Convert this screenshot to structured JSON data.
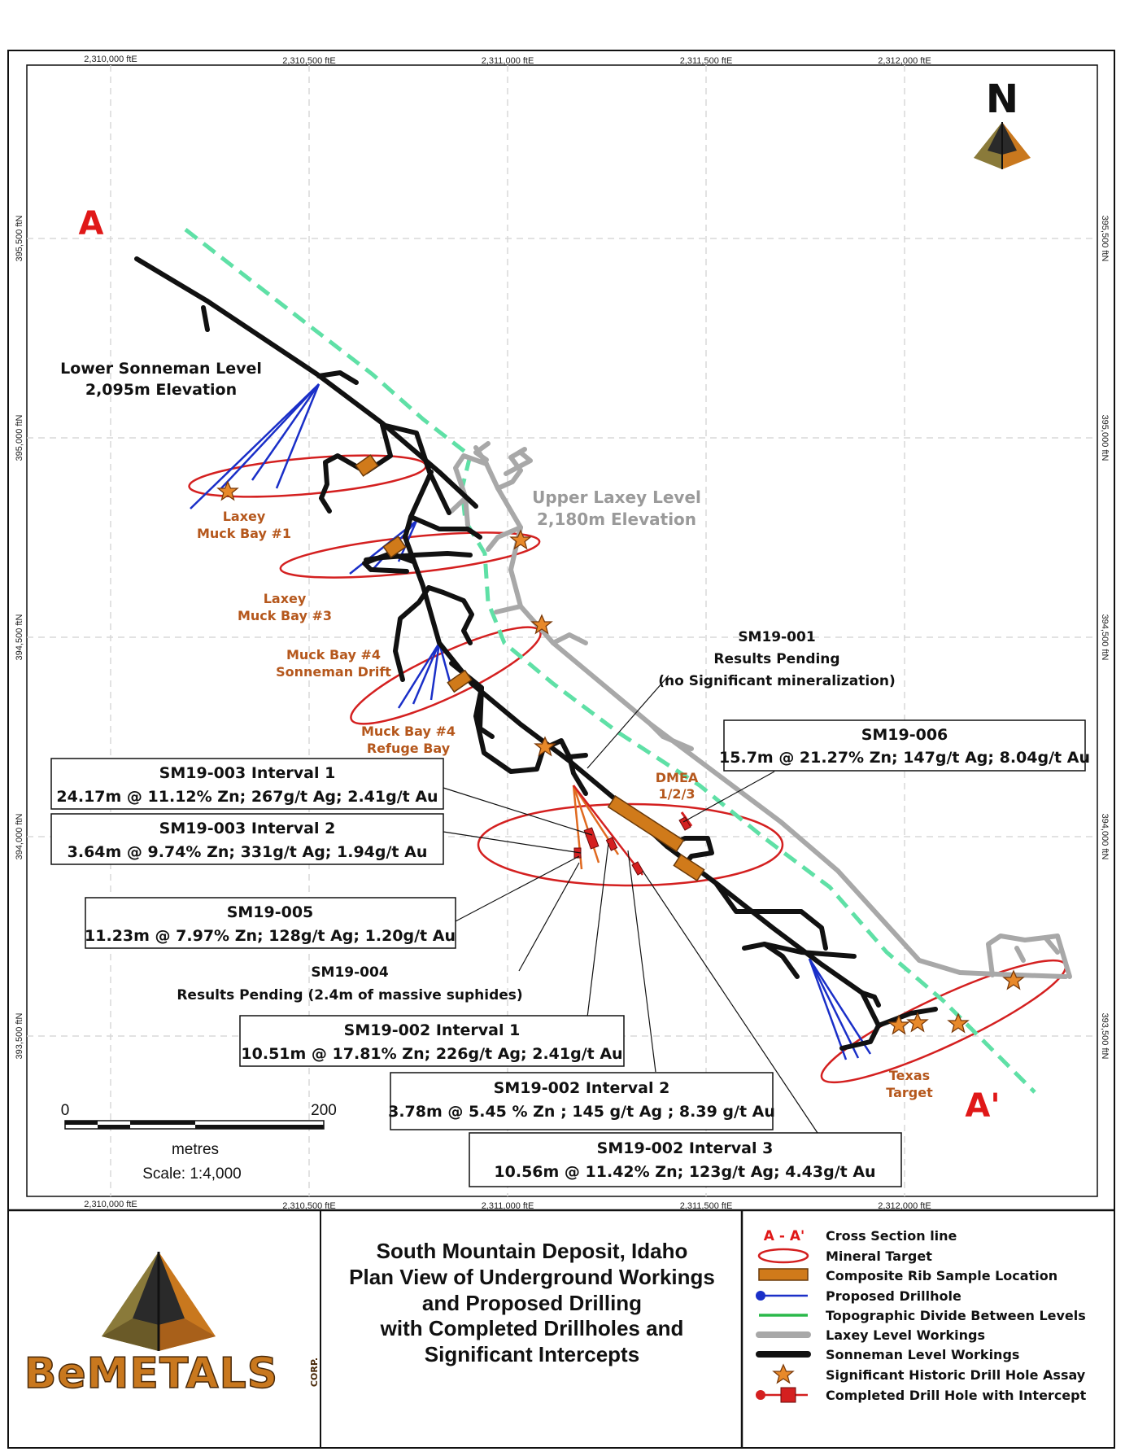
{
  "grid": {
    "east_top": [
      "2,310,000 ftE",
      "2,310,500 ftE",
      "2,311,000 ftE",
      "2,311,500 ftE",
      "2,312,000 ftE"
    ],
    "east_bottom": [
      "2,310,000 ftE",
      "2,310,500 ftE",
      "2,311,000 ftE",
      "2,311,500 ftE",
      "2,312,000 ftE"
    ],
    "north_left": [
      "395,500 ftN",
      "395,000 ftN",
      "394,500 ftN",
      "394,000 ftN",
      "393,500 ftN"
    ],
    "north_right": [
      "395,500 ftN",
      "395,000 ftN",
      "394,500 ftN",
      "394,000 ftN",
      "393,500 ftN"
    ]
  },
  "north_arrow": "N",
  "section": {
    "a": "A",
    "a_prime": "A'"
  },
  "levels": {
    "lower": [
      "Lower Sonneman Level",
      "2,095m Elevation"
    ],
    "upper": [
      "Upper Laxey Level",
      "2,180m Elevation"
    ]
  },
  "targets": {
    "laxey1": [
      "Laxey",
      "Muck Bay #1"
    ],
    "laxey3": [
      "Laxey",
      "Muck Bay #3"
    ],
    "mb4_drift": [
      "Muck Bay #4",
      "Sonneman Drift"
    ],
    "mb4_refuge": [
      "Muck Bay #4",
      "Refuge Bay"
    ],
    "dmea": [
      "DMEA",
      "1/2/3"
    ],
    "texas": [
      "Texas",
      "Target"
    ]
  },
  "callouts": {
    "sm19_001": [
      "SM19-001",
      "Results Pending",
      "(no Significant mineralization)"
    ],
    "sm19_004": [
      "SM19-004",
      "Results Pending  (2.4m of massive suphides)"
    ]
  },
  "boxes": {
    "sm19_006": [
      "SM19-006",
      "15.7m @ 21.27% Zn; 147g/t Ag; 8.04g/t Au"
    ],
    "sm19_003_i1": [
      "SM19-003 Interval 1",
      "24.17m @ 11.12% Zn; 267g/t Ag; 2.41g/t Au"
    ],
    "sm19_003_i2": [
      "SM19-003 Interval 2",
      "3.64m @ 9.74% Zn; 331g/t Ag; 1.94g/t Au"
    ],
    "sm19_005": [
      "SM19-005",
      "11.23m @ 7.97% Zn; 128g/t Ag; 1.20g/t Au"
    ],
    "sm19_002_i1": [
      "SM19-002 Interval 1",
      "10.51m @ 17.81% Zn; 226g/t Ag; 2.41g/t Au"
    ],
    "sm19_002_i2": [
      "SM19-002 Interval 2",
      "3.78m @ 5.45 % Zn ; 145 g/t Ag ; 8.39 g/t Au"
    ],
    "sm19_002_i3": [
      "SM19-002 Interval 3",
      "10.56m @ 11.42% Zn; 123g/t Ag; 4.43g/t Au"
    ]
  },
  "scale": {
    "zero": "0",
    "max": "200",
    "unit": "metres",
    "ratio": "Scale: 1:4,000"
  },
  "title": [
    "South Mountain Deposit, Idaho",
    "Plan View of Underground Workings",
    "and Proposed Drilling",
    "with Completed Drillholes and",
    "Significant Intercepts"
  ],
  "logo": {
    "name": "BeMETALS",
    "suffix": "CORP."
  },
  "legend": {
    "section_symbol": "A - A'",
    "items": [
      "Cross Section line",
      "Mineral Target",
      "Composite Rib Sample Location",
      "Proposed Drillhole",
      "Topographic Divide Between Levels",
      "Laxey Level Workings",
      "Sonneman Level Workings",
      "Significant Historic Drill Hole Assay",
      "Completed Drill Hole with Intercept"
    ]
  },
  "colors": {
    "target_red": "#d42020",
    "sample_orange": "#d07a1a",
    "label_orange": "#b5571c",
    "proposed_blue": "#1a2fc8",
    "divide_green": "#5fe0a6",
    "laxey_grey": "#a8a8a8",
    "sonneman_black": "#111111",
    "star_orange": "#e8892a"
  }
}
